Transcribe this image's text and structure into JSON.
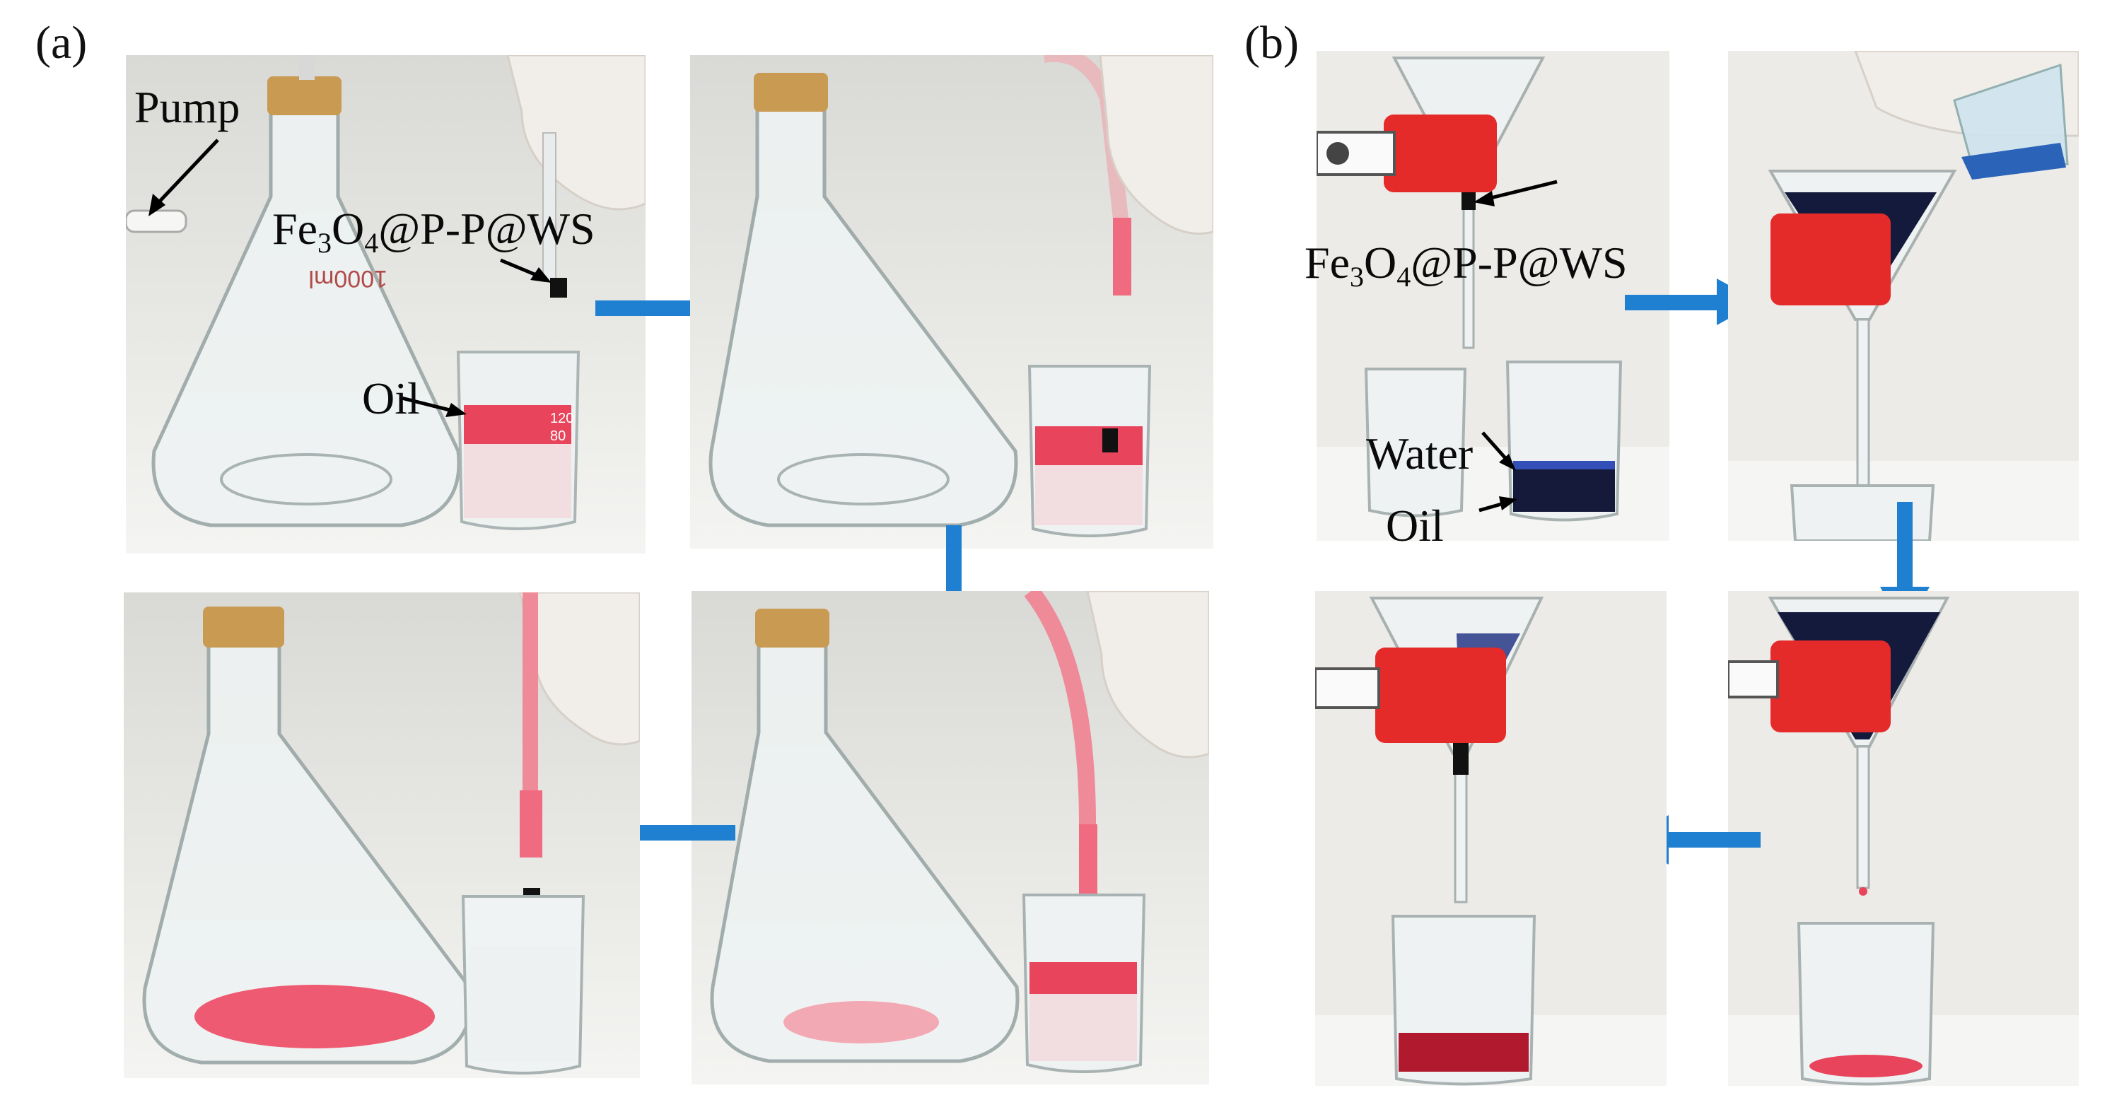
{
  "panels": {
    "a": {
      "label": "(a)"
    },
    "b": {
      "label": "(b)"
    }
  },
  "annotations": {
    "pump": "Pump",
    "oil": "Oil",
    "water": "Water",
    "material_a": {
      "pre": "Fe",
      "sub1": "3",
      "mid": "O",
      "sub2": "4",
      "post": "@P-P@WS"
    },
    "material_b": {
      "pre": "Fe",
      "sub1": "3",
      "mid": "O",
      "sub2": "4",
      "post": "@P-P@WS"
    }
  },
  "photo_marks": {
    "flask_volume": "1000ml",
    "beaker_marks": [
      "120",
      "80"
    ]
  },
  "colors": {
    "oil_red": "#e8445c",
    "water_blue": "#1f2a6a",
    "arrow_blue": "#1f7fd0",
    "clamp_red": "#e52a2a",
    "cork": "#c99a52"
  }
}
